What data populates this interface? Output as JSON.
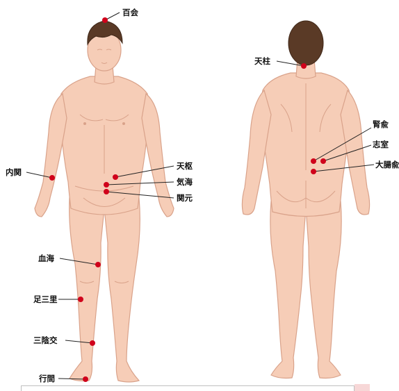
{
  "colors": {
    "point": "#d0021b",
    "skin": "#f6cdb7",
    "skin_line": "#d9a28a",
    "hair": "#5a3a26"
  },
  "front_figure": {
    "labels": {
      "hyakue": "百会",
      "naikan": "内関",
      "tensu": "天枢",
      "kikai": "気海",
      "kangen": "関元",
      "kekkai": "血海",
      "ashisanri": "足三里",
      "sanninko": "三陰交",
      "kokan": "行間"
    }
  },
  "back_figure": {
    "labels": {
      "tenchu": "天柱",
      "jinyu": "腎兪",
      "shishitsu": "志室",
      "daichoyu": "大腸兪"
    }
  }
}
